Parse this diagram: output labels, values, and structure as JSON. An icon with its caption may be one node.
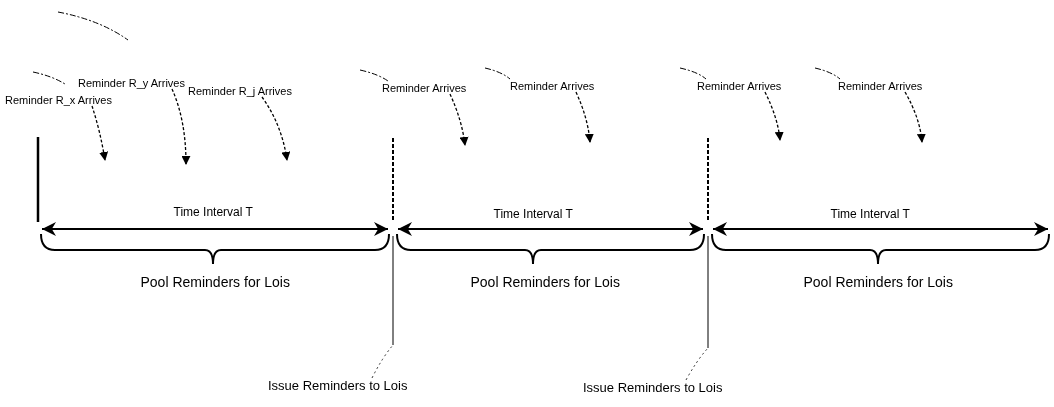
{
  "diagram": {
    "nodes": [
      {
        "text": [
          "Reminder R_x Arrives"
        ]
      },
      {
        "text": [
          "Reminder R_y Arrives"
        ]
      },
      {
        "text": [
          "Reminder R_j Arrives"
        ]
      },
      {
        "text": [
          "Reminder Arrives"
        ]
      },
      {
        "text": [
          "Reminder Arrives"
        ]
      },
      {
        "text": [
          "Reminder Arrives"
        ]
      },
      {
        "text": [
          "Reminder Arrives"
        ]
      },
      {
        "text": [
          "Issue Reminders to Lois"
        ]
      },
      {
        "text": [
          "Issue Reminders to Lois"
        ]
      }
    ],
    "edges": [
      {
        "from": 0,
        "to": null,
        "arrow": "to"
      },
      {
        "from": 1,
        "to": null,
        "arrow": "to"
      },
      {
        "from": 2,
        "to": null,
        "arrow": "to"
      },
      {
        "from": 3,
        "to": null,
        "arrow": "to"
      },
      {
        "from": 4,
        "to": null,
        "arrow": "to"
      },
      {
        "from": 5,
        "to": null,
        "arrow": "to"
      },
      {
        "from": 6,
        "to": null,
        "arrow": "to"
      },
      {
        "from": 7,
        "to": null,
        "arrow": "none"
      },
      {
        "from": 8,
        "to": null,
        "arrow": "none"
      }
    ],
    "labels": [
      "Time Interval T",
      "Time Interval T",
      "Time Interval T",
      "Pool Reminders for Lois",
      "Pool Reminders for Lois",
      "Pool Reminders for Lois"
    ]
  }
}
